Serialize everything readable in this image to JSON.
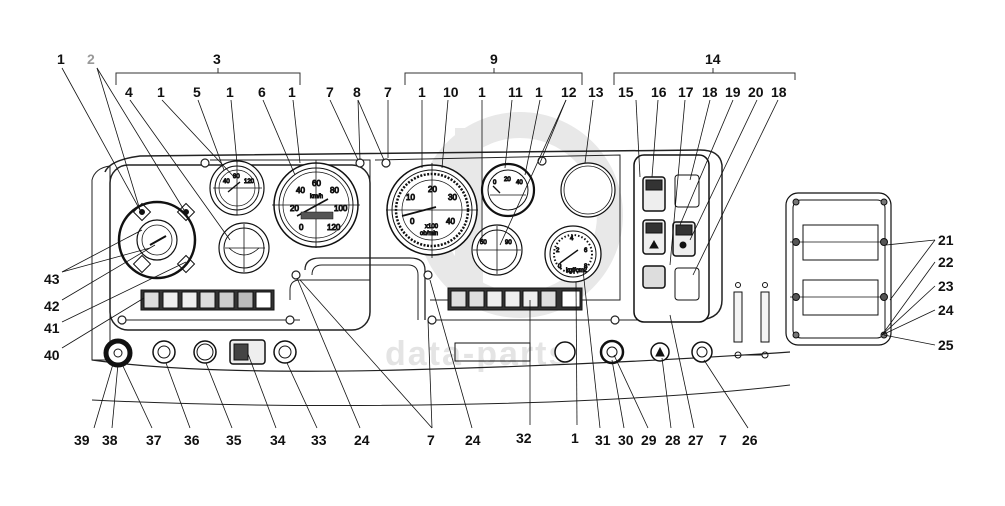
{
  "diagram": {
    "title": "Instrument panel parts diagram",
    "watermark": "data-parts",
    "group_labels": [
      {
        "id": "3",
        "label": "3"
      },
      {
        "id": "9",
        "label": "9"
      },
      {
        "id": "14",
        "label": "14"
      }
    ],
    "top_labels": [
      "1",
      "2",
      "4",
      "1",
      "5",
      "1",
      "6",
      "1",
      "7",
      "8",
      "7",
      "1",
      "10",
      "1",
      "11",
      "1",
      "12",
      "13",
      "15",
      "16",
      "17",
      "18",
      "19",
      "20",
      "18"
    ],
    "right_labels": [
      "21",
      "22",
      "23",
      "24",
      "25"
    ],
    "left_labels": [
      "43",
      "42",
      "41",
      "40"
    ],
    "bottom_labels": [
      "39",
      "38",
      "37",
      "36",
      "35",
      "34",
      "33",
      "24",
      "7",
      "24",
      "32",
      "1",
      "31",
      "30",
      "29",
      "28",
      "27",
      "7",
      "26"
    ],
    "speedometer": {
      "ticks": [
        "0",
        "20",
        "40",
        "60",
        "80",
        "100",
        "120"
      ],
      "unit": "km/h"
    },
    "tachometer": {
      "ticks": [
        "0",
        "10",
        "20",
        "30",
        "40"
      ],
      "unit_line1": "x100",
      "unit_line2": "ob/min"
    },
    "small_gauge_1_ticks": [
      "40",
      "80",
      "120"
    ],
    "small_gauge_2_ticks": [
      "50",
      "90"
    ],
    "small_gauge_3_ticks": [
      "0",
      "20",
      "40"
    ],
    "pressure_gauge": {
      "ticks": [
        "0",
        "2",
        "4",
        "6",
        "8"
      ],
      "unit": "kgf/cm2"
    }
  }
}
